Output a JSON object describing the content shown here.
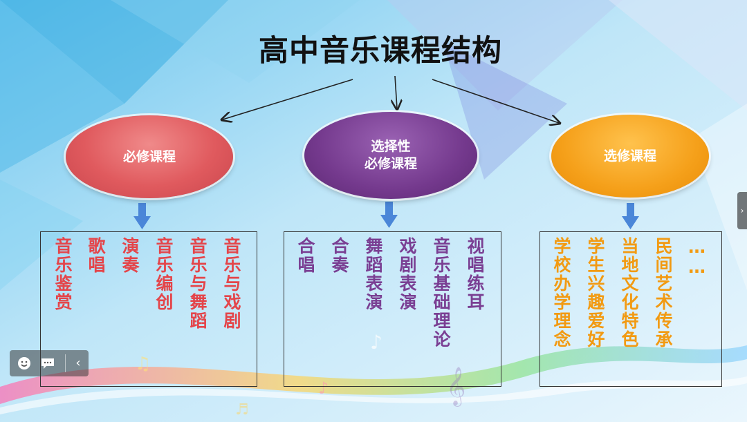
{
  "title": "高中音乐课程结构",
  "categories": [
    {
      "label_lines": [
        "必修课程"
      ],
      "color": "#e05a5e",
      "text_color": "#e4454a",
      "items": [
        "音乐鉴赏",
        "歌唱",
        "演奏",
        "音乐编创",
        "音乐与舞蹈",
        "音乐与戏剧"
      ]
    },
    {
      "label_lines": [
        "选择性",
        "必修课程"
      ],
      "color": "#74398d",
      "text_color": "#7a3f93",
      "items": [
        "合唱",
        "合奏",
        "舞蹈表演",
        "戏剧表演",
        "音乐基础理论",
        "视唱练耳"
      ]
    },
    {
      "label_lines": [
        "选修课程"
      ],
      "color": "#f5a01a",
      "text_color": "#f29a12",
      "items": [
        "学校办学理念",
        "学生兴趣爱好",
        "当地文化特色",
        "民间艺术传承",
        "……"
      ]
    }
  ],
  "icons": [
    "smiley-icon",
    "chat-icon",
    "chevron-left-icon",
    "chevron-right-icon"
  ]
}
